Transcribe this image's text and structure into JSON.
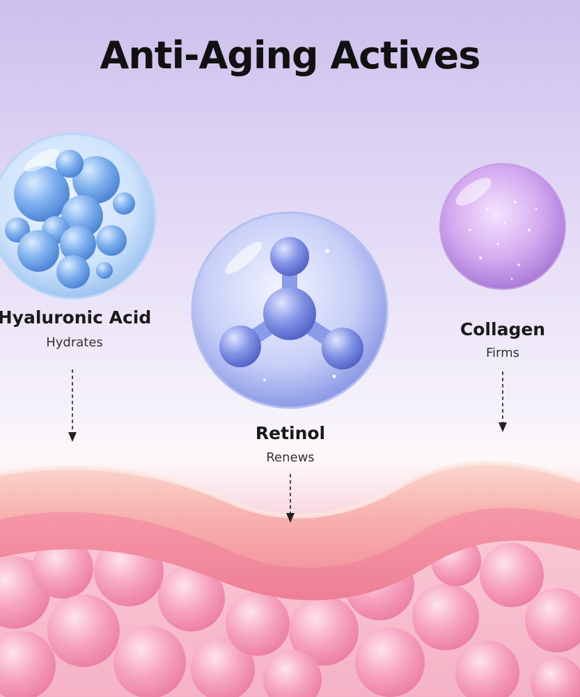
{
  "title": "Anti-Aging Actives",
  "ingredients": [
    {
      "name": "Hyaluronic Acid",
      "benefit": "Hydrates",
      "icon": "bubble-cluster-icon",
      "color": "#8fb9ef"
    },
    {
      "name": "Retinol",
      "benefit": "Renews",
      "icon": "molecule-icon",
      "color": "#7f90e6"
    },
    {
      "name": "Collagen",
      "benefit": "Firms",
      "icon": "glitter-sphere-icon",
      "color": "#c79ae8"
    }
  ],
  "colors": {
    "background_top": "#cdbfec",
    "skin_surface": "#f6b4b9",
    "skin_cells": "#f48fb4",
    "text": "#111111"
  }
}
